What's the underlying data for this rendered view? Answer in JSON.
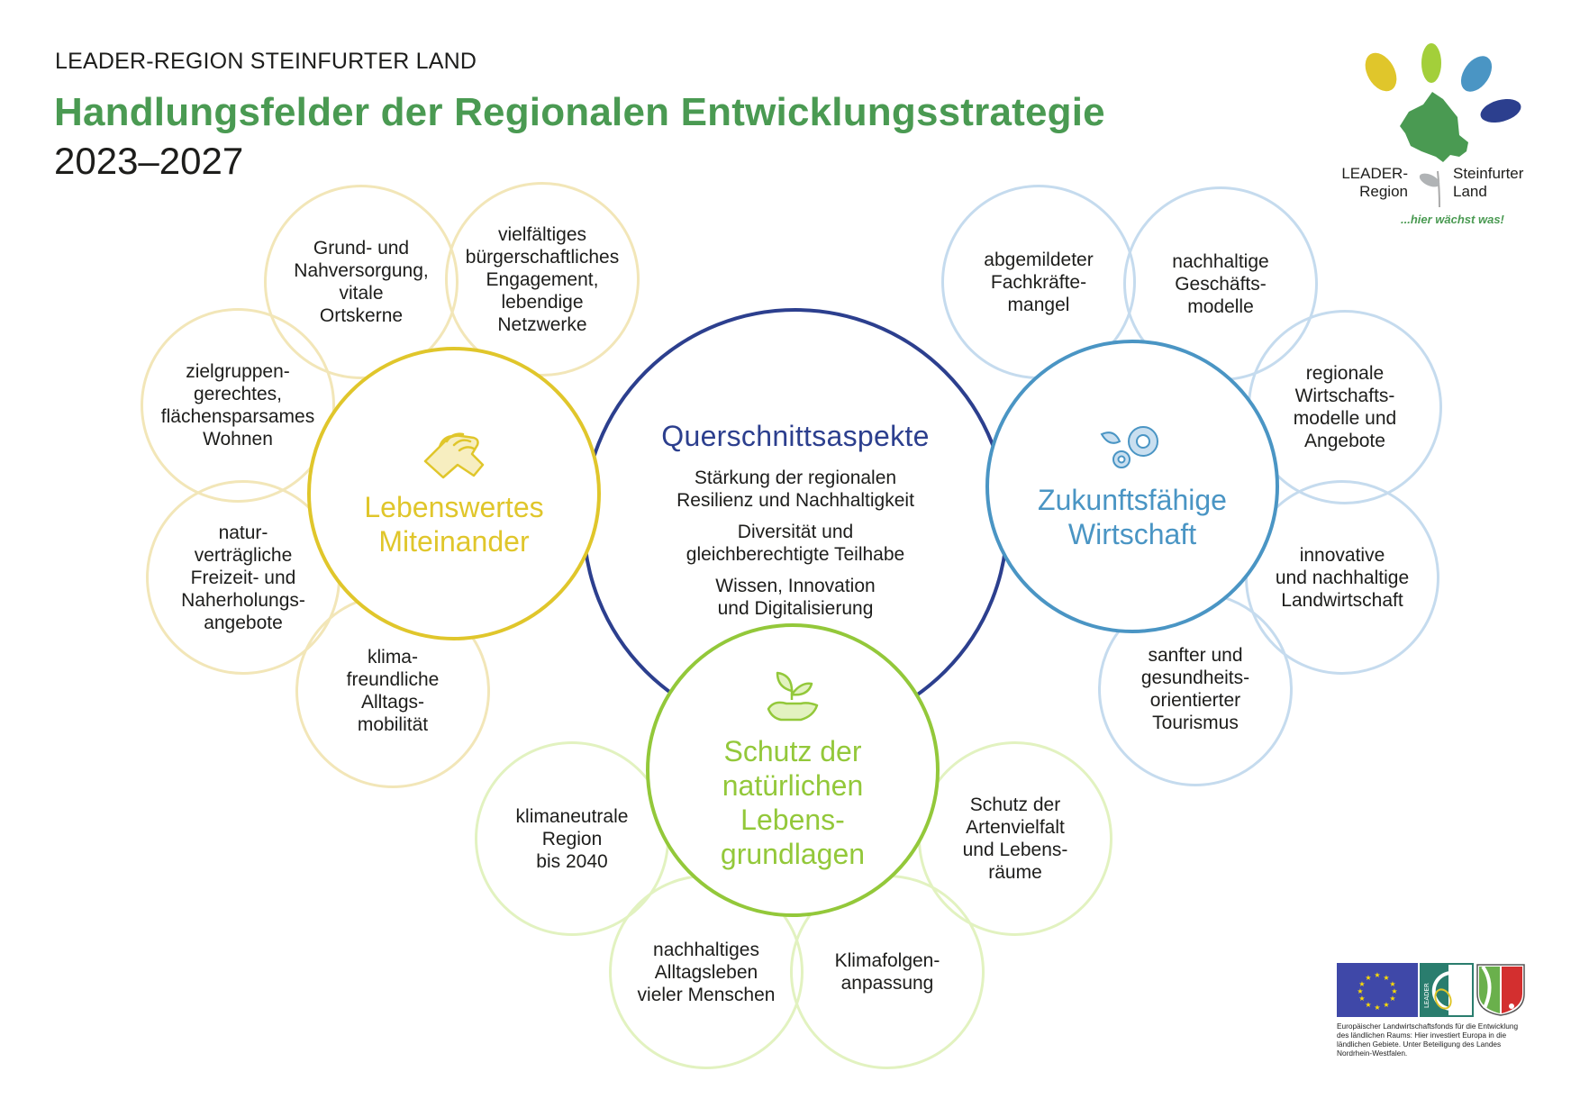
{
  "header": {
    "kicker": "LEADER-REGION STEINFURTER LAND",
    "title": "Handlungsfelder der Regionalen Entwicklungsstrategie",
    "years": "2023–2027"
  },
  "logo": {
    "left_text": "LEADER-\nRegion",
    "right_text": "Steinfurter\nLand",
    "tagline": "...hier wächst was!",
    "petal_colors": [
      "#e0c62b",
      "#a3cf3a",
      "#4a95c4",
      "#2c3f8e"
    ],
    "map_color": "#4a9a52"
  },
  "center": {
    "title": "Querschnittsaspekte",
    "items": [
      "Stärkung der regionalen\nResilienz und Nachhaltigkeit",
      "Diversität und\ngleichberechtigte Teilhabe",
      "Wissen, Innovation\nund Digitalisierung"
    ],
    "color": "#2c3f8e"
  },
  "fields": {
    "lebenswertes": {
      "label": "Lebenswertes\nMiteinander",
      "icon": "handshake-icon",
      "color": "#e0c62b",
      "topics": [
        "Grund- und\nNahversorgung,\nvitale\nOrtskerne",
        "vielfältiges\nbürgerschaftliches\nEngagement,\nlebendige\nNetzwerke",
        "zielgruppen-\ngerechtes,\nflächensparsames\nWohnen",
        "natur-\nverträgliche\nFreizeit- und\nNaherholungs-\nangebote",
        "klima-\nfreundliche\nAlltags-\nmobilität"
      ]
    },
    "wirtschaft": {
      "label": "Zukunftsfähige\nWirtschaft",
      "icon": "gears-leaf-icon",
      "color": "#4a95c4",
      "topics": [
        "abgemildeter\nFachkräfte-\nmangel",
        "nachhaltige\nGeschäfts-\nmodelle",
        "regionale\nWirtschafts-\nmodelle und\nAngebote",
        "innovative\nund nachhaltige\nLandwirtschaft",
        "sanfter und\ngesundheits-\norientierter\nTourismus"
      ]
    },
    "natur": {
      "label": "Schutz der\nnatürlichen\nLebens-\ngrundlagen",
      "icon": "seedling-hand-icon",
      "color": "#93c83a",
      "topics": [
        "klimaneutrale\nRegion\nbis 2040",
        "nachhaltiges\nAlltagsleben\nvieler Menschen",
        "Klimafolgen-\nanpassung",
        "Schutz der\nArtenvielfalt\nund Lebens-\nräume"
      ]
    }
  },
  "funders": {
    "logos": [
      "eu-flag",
      "leader-logo",
      "nrw-coat-of-arms"
    ],
    "caption": "Europäischer Landwirtschaftsfonds für die Entwicklung\ndes ländlichen Raums: Hier investiert Europa in die\nländlichen Gebiete. Unter Beteiligung des Landes\nNordrhein-Westfalen."
  }
}
